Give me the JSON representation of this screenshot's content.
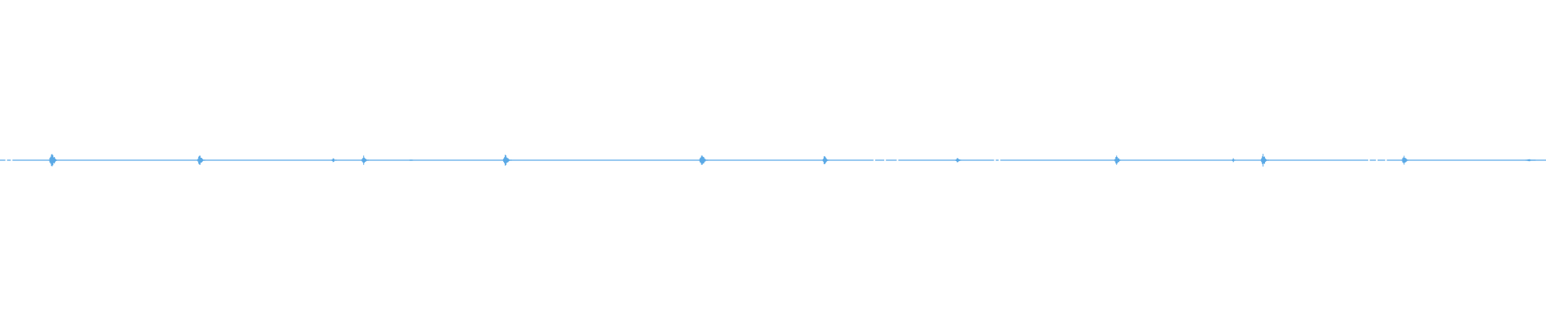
{
  "waveform": {
    "color": "#5aa9e6",
    "baseline_gap_color": "#c8e0f2",
    "bursts": [
      {
        "t": 0.0345,
        "amplitude": 0.85,
        "duration": 0.0055
      },
      {
        "t": 0.13,
        "amplitude": 0.6,
        "duration": 0.005
      },
      {
        "t": 0.216,
        "amplitude": 0.25,
        "duration": 0.003
      },
      {
        "t": 0.236,
        "amplitude": 0.45,
        "duration": 0.0045
      },
      {
        "t": 0.266,
        "amplitude": 0.1,
        "duration": 0.002
      },
      {
        "t": 0.328,
        "amplitude": 0.6,
        "duration": 0.0055
      },
      {
        "t": 0.455,
        "amplitude": 0.6,
        "duration": 0.0055
      },
      {
        "t": 0.534,
        "amplitude": 0.45,
        "duration": 0.004
      },
      {
        "t": 0.62,
        "amplitude": 0.3,
        "duration": 0.004
      },
      {
        "t": 0.723,
        "amplitude": 0.55,
        "duration": 0.0045
      },
      {
        "t": 0.798,
        "amplitude": 0.2,
        "duration": 0.002
      },
      {
        "t": 0.818,
        "amplitude": 0.6,
        "duration": 0.005
      },
      {
        "t": 0.909,
        "amplitude": 0.55,
        "duration": 0.0045
      },
      {
        "t": 0.99,
        "amplitude": 0.15,
        "duration": 0.006
      }
    ],
    "gaps": [
      0.0035,
      0.007,
      0.565,
      0.572,
      0.58,
      0.643,
      0.646,
      0.885,
      0.89,
      0.896
    ]
  }
}
